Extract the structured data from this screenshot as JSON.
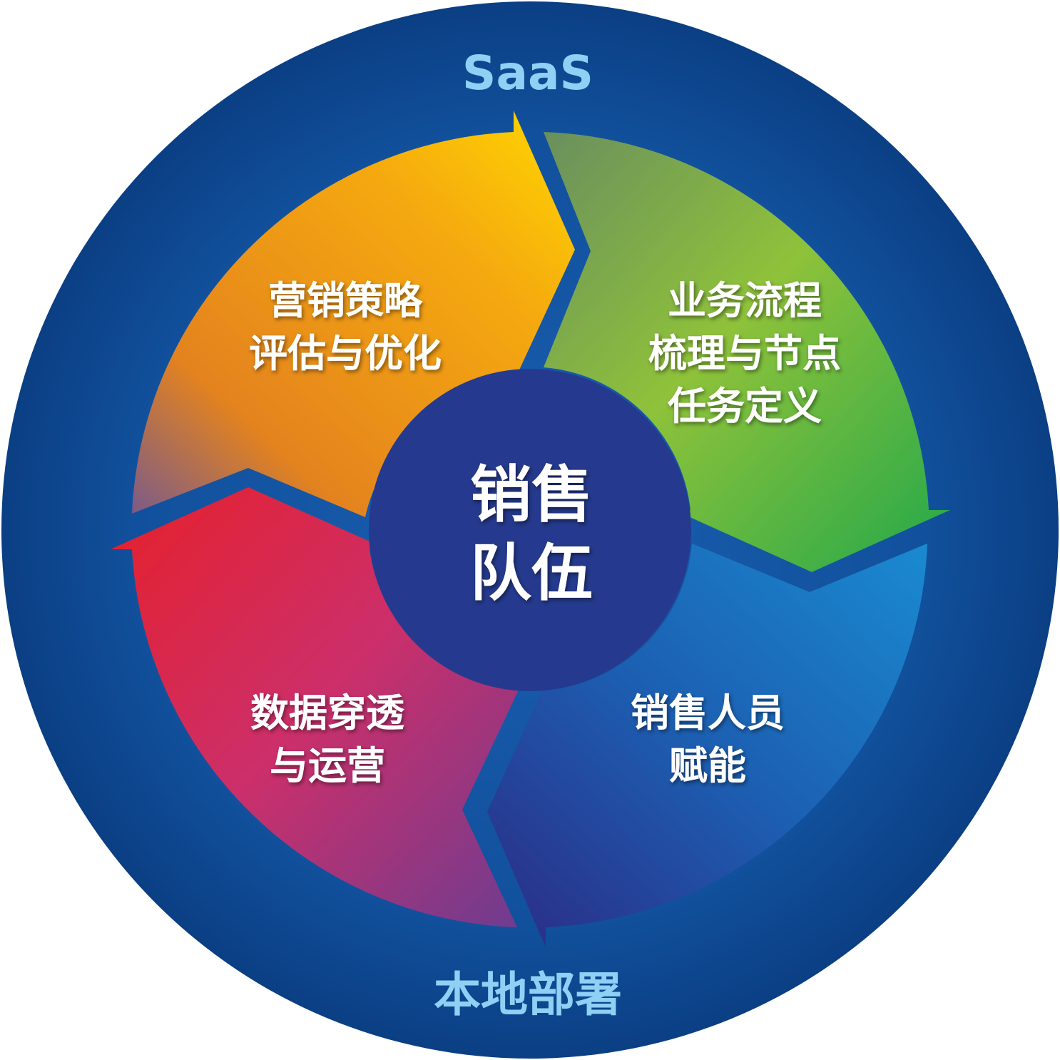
{
  "outer": {
    "top_label": "SaaS",
    "bottom_label": "本地部署"
  },
  "center": {
    "lines": [
      "销售",
      "队伍"
    ]
  },
  "segments": [
    {
      "id": "strategy",
      "lines": [
        "营销策略",
        "评估与优化"
      ]
    },
    {
      "id": "process",
      "lines": [
        "业务流程",
        "梳理与节点",
        "任务定义"
      ]
    },
    {
      "id": "enablement",
      "lines": [
        "销售人员",
        "赋能"
      ]
    },
    {
      "id": "data",
      "lines": [
        "数据穿透",
        "与运营"
      ]
    }
  ],
  "colors": {
    "outer_ring": "#0f4f99",
    "outer_ring_edge": "#0a3f82",
    "center_circle": "#253a8e",
    "seg_strategy": [
      "#f08a1c",
      "#fdd100"
    ],
    "seg_process": [
      "#6ea64a",
      "#2eb14a"
    ],
    "seg_enablement": [
      "#127fc8",
      "#2b2d87"
    ],
    "seg_data": [
      "#e41f2a",
      "#7a3a93"
    ]
  }
}
